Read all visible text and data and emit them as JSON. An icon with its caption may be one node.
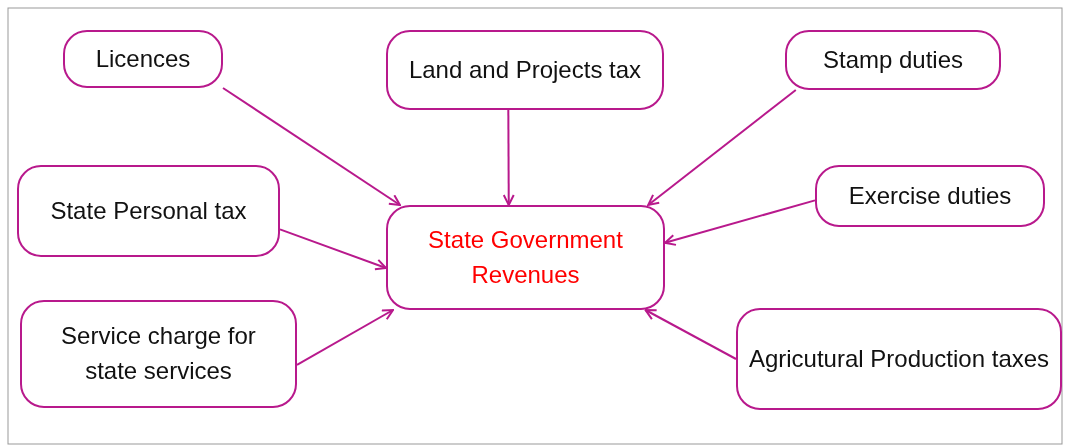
{
  "diagram": {
    "nodes": [
      {
        "text": [
          "Licences"
        ]
      },
      {
        "text": [
          "Land and Projects tax"
        ]
      },
      {
        "text": [
          "Stamp duties"
        ]
      },
      {
        "text": [
          "State Personal tax"
        ]
      },
      {
        "text": [
          "Exercise duties"
        ]
      },
      {
        "text": [
          "State Government Revenues"
        ]
      },
      {
        "text": [
          "Service charge for state services"
        ]
      },
      {
        "text": [
          "Agricutural Production taxes"
        ]
      }
    ],
    "edges": [
      {
        "from": 0,
        "to": 5,
        "arrow": "to"
      },
      {
        "from": 1,
        "to": 5,
        "arrow": "to"
      },
      {
        "from": 2,
        "to": 5,
        "arrow": "to"
      },
      {
        "from": 3,
        "to": 5,
        "arrow": "to"
      },
      {
        "from": 4,
        "to": 5,
        "arrow": "to"
      },
      {
        "from": 6,
        "to": 5,
        "arrow": "to"
      },
      {
        "from": 7,
        "to": 5,
        "arrow": "to"
      }
    ]
  }
}
